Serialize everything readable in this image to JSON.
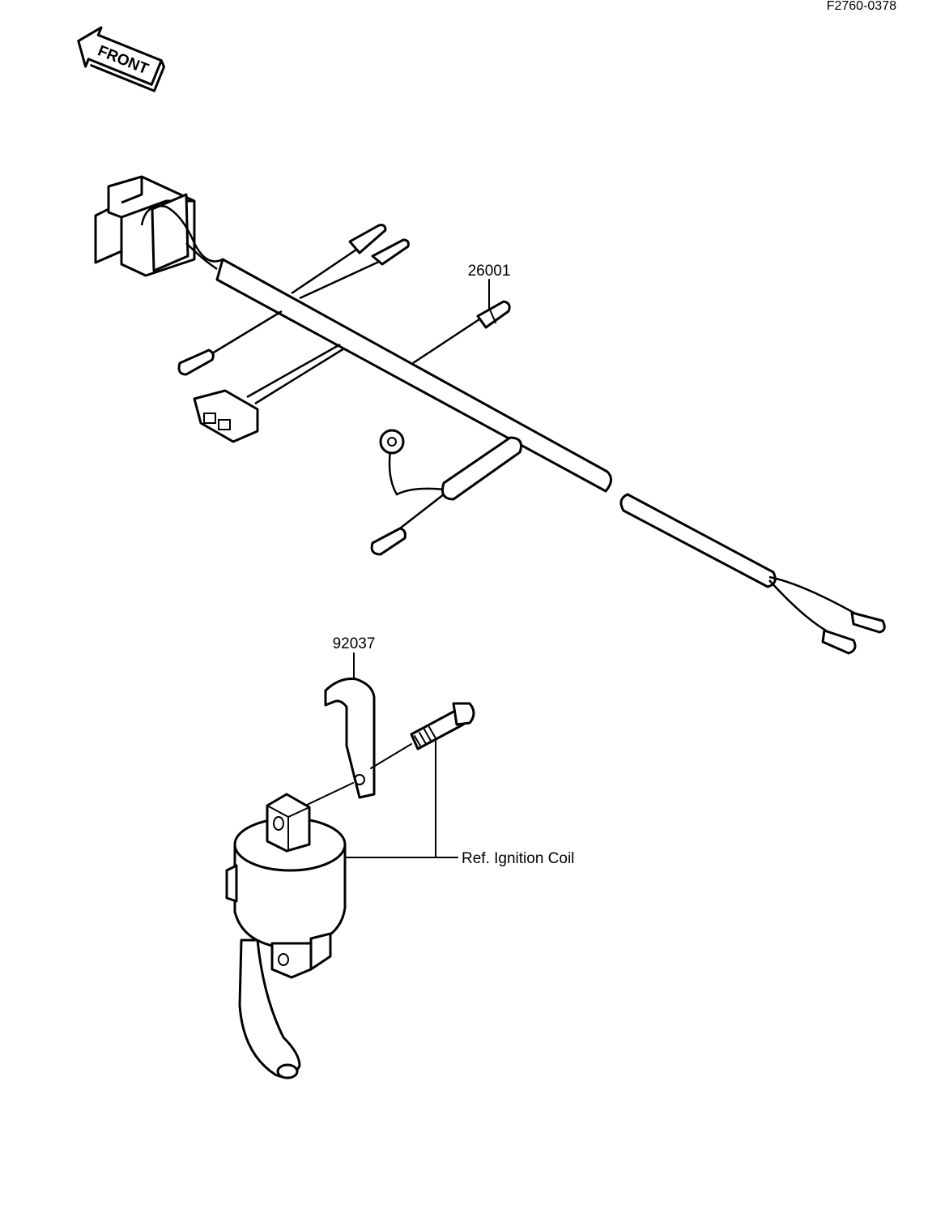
{
  "doc_code": "F2760-0378",
  "front_badge": {
    "label": "FRONT",
    "icon": "front-arrow-icon"
  },
  "callouts": {
    "harness": "26001",
    "clamp": "92037",
    "ignition_coil": "Ref. Ignition Coil"
  }
}
